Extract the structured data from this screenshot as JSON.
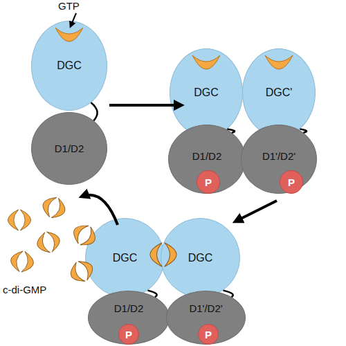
{
  "diagram": {
    "nodes": [
      {
        "text": [
          "DGC"
        ]
      },
      {
        "text": [
          "D1/D2"
        ]
      },
      {
        "text": [
          "DGC"
        ]
      },
      {
        "text": [
          "DGC'"
        ]
      },
      {
        "text": [
          "D1/D2"
        ]
      },
      {
        "text": [
          "P"
        ],
        "in": 4
      },
      {
        "text": [
          "D1'/D2'"
        ]
      },
      {
        "text": [
          "P"
        ],
        "in": 6
      },
      {
        "text": [
          "DGC"
        ]
      },
      {
        "text": [
          "DGC"
        ]
      },
      {
        "text": [
          "D1/D2"
        ]
      },
      {
        "text": [
          "P"
        ],
        "in": 10
      },
      {
        "text": [
          "D1'/D2'"
        ]
      },
      {
        "text": [
          "P"
        ],
        "in": 12
      }
    ],
    "edges": [
      {
        "from": 0,
        "to": 1,
        "arrow": "none"
      },
      {
        "from": 2,
        "to": 4,
        "arrow": "none"
      },
      {
        "from": 3,
        "to": 6,
        "arrow": "none"
      },
      {
        "from": 8,
        "to": 10,
        "arrow": "none"
      },
      {
        "from": 9,
        "to": 12,
        "arrow": "none"
      }
    ],
    "labels": [
      "GTP",
      "c-di-GMP"
    ]
  }
}
